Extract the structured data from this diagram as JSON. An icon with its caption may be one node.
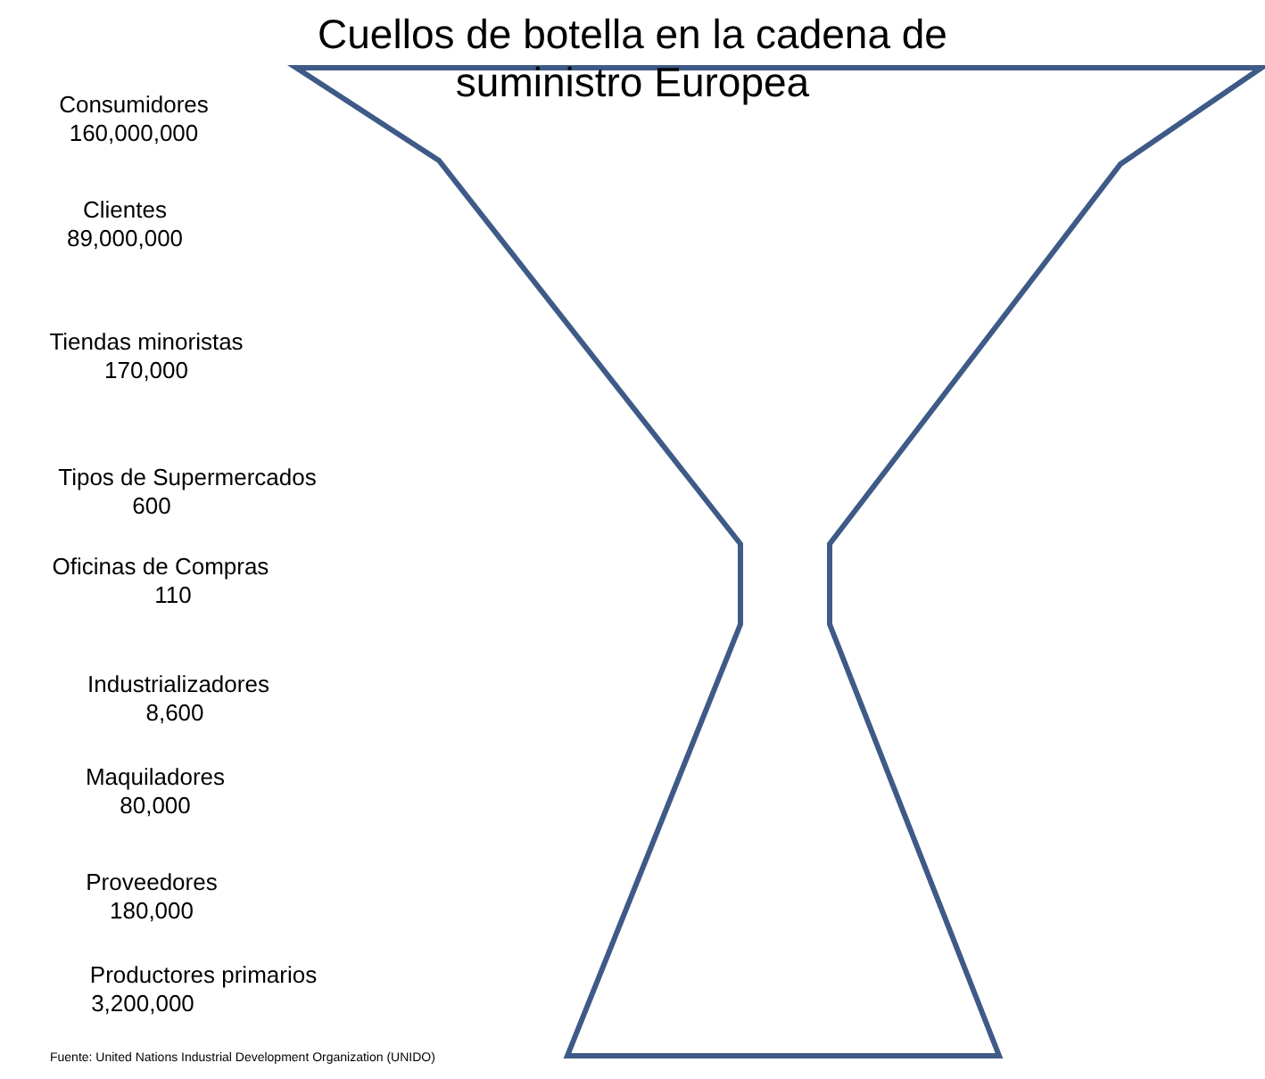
{
  "diagram": {
    "title": "Cuellos de botella en la cadena de suministro Europea",
    "caption": "Fuente: United Nations Industrial Development Organization (UNIDO)",
    "labels": [
      "Consumidores",
      "160,000,000",
      "Clientes",
      "89,000,000",
      "Tiendas minoristas",
      "170,000",
      "Tipos de Supermercados",
      "600",
      "Oficinas de Compras",
      "110",
      "Industrializadores",
      "8,600",
      "Maquiladores",
      "80,000",
      "Proveedores",
      "180,000",
      "Productores primarios",
      "3,200,000"
    ]
  }
}
